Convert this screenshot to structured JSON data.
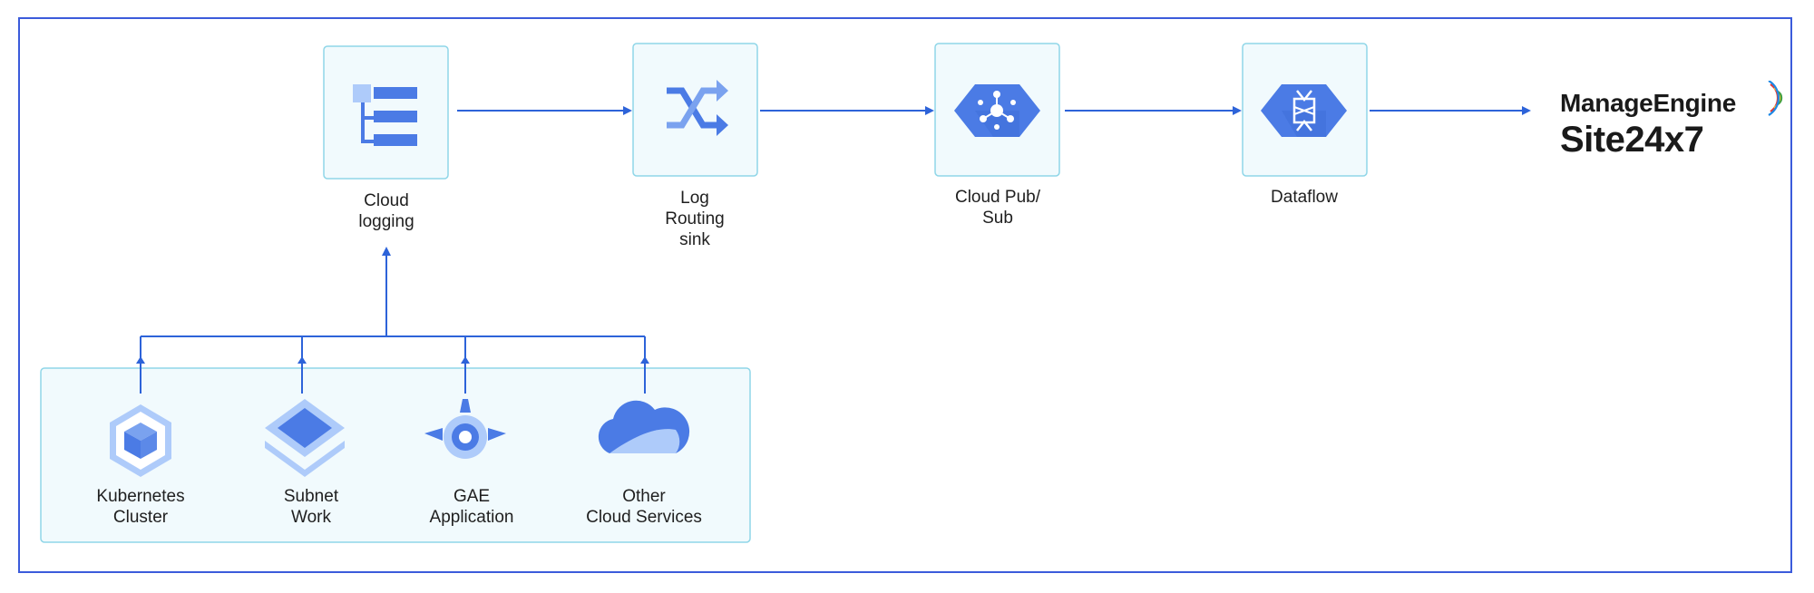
{
  "nodes": {
    "cloud_logging": {
      "label_line1": "Cloud",
      "label_line2": "logging",
      "icon": "cloud-logging-icon"
    },
    "log_routing_sink": {
      "label_line1": "Log",
      "label_line2": "Routing",
      "label_line3": "sink",
      "icon": "shuffle-icon"
    },
    "cloud_pubsub": {
      "label_line1": "Cloud Pub/",
      "label_line2": "Sub",
      "icon": "pubsub-hexagon-icon"
    },
    "dataflow": {
      "label": "Dataflow",
      "icon": "dataflow-hexagon-icon"
    }
  },
  "sources": [
    {
      "line1": "Kubernetes",
      "line2": "Cluster",
      "icon": "kubernetes-icon"
    },
    {
      "line1": "Subnet",
      "line2": "Work",
      "icon": "subnet-layers-icon"
    },
    {
      "line1": "GAE",
      "line2": "Application",
      "icon": "app-engine-icon"
    },
    {
      "line1": "Other",
      "line2": "Cloud Services",
      "icon": "cloud-icon"
    }
  ],
  "brand": {
    "top": "ManageEngine",
    "bottom": "Site24x7"
  },
  "colors": {
    "border": "#3b5bdb",
    "connector": "#2d63d9",
    "box_fill": "#f1fafd",
    "box_stroke": "#8fd6e8",
    "icon_blue": "#4b7be5",
    "icon_light": "#aecbfa"
  }
}
